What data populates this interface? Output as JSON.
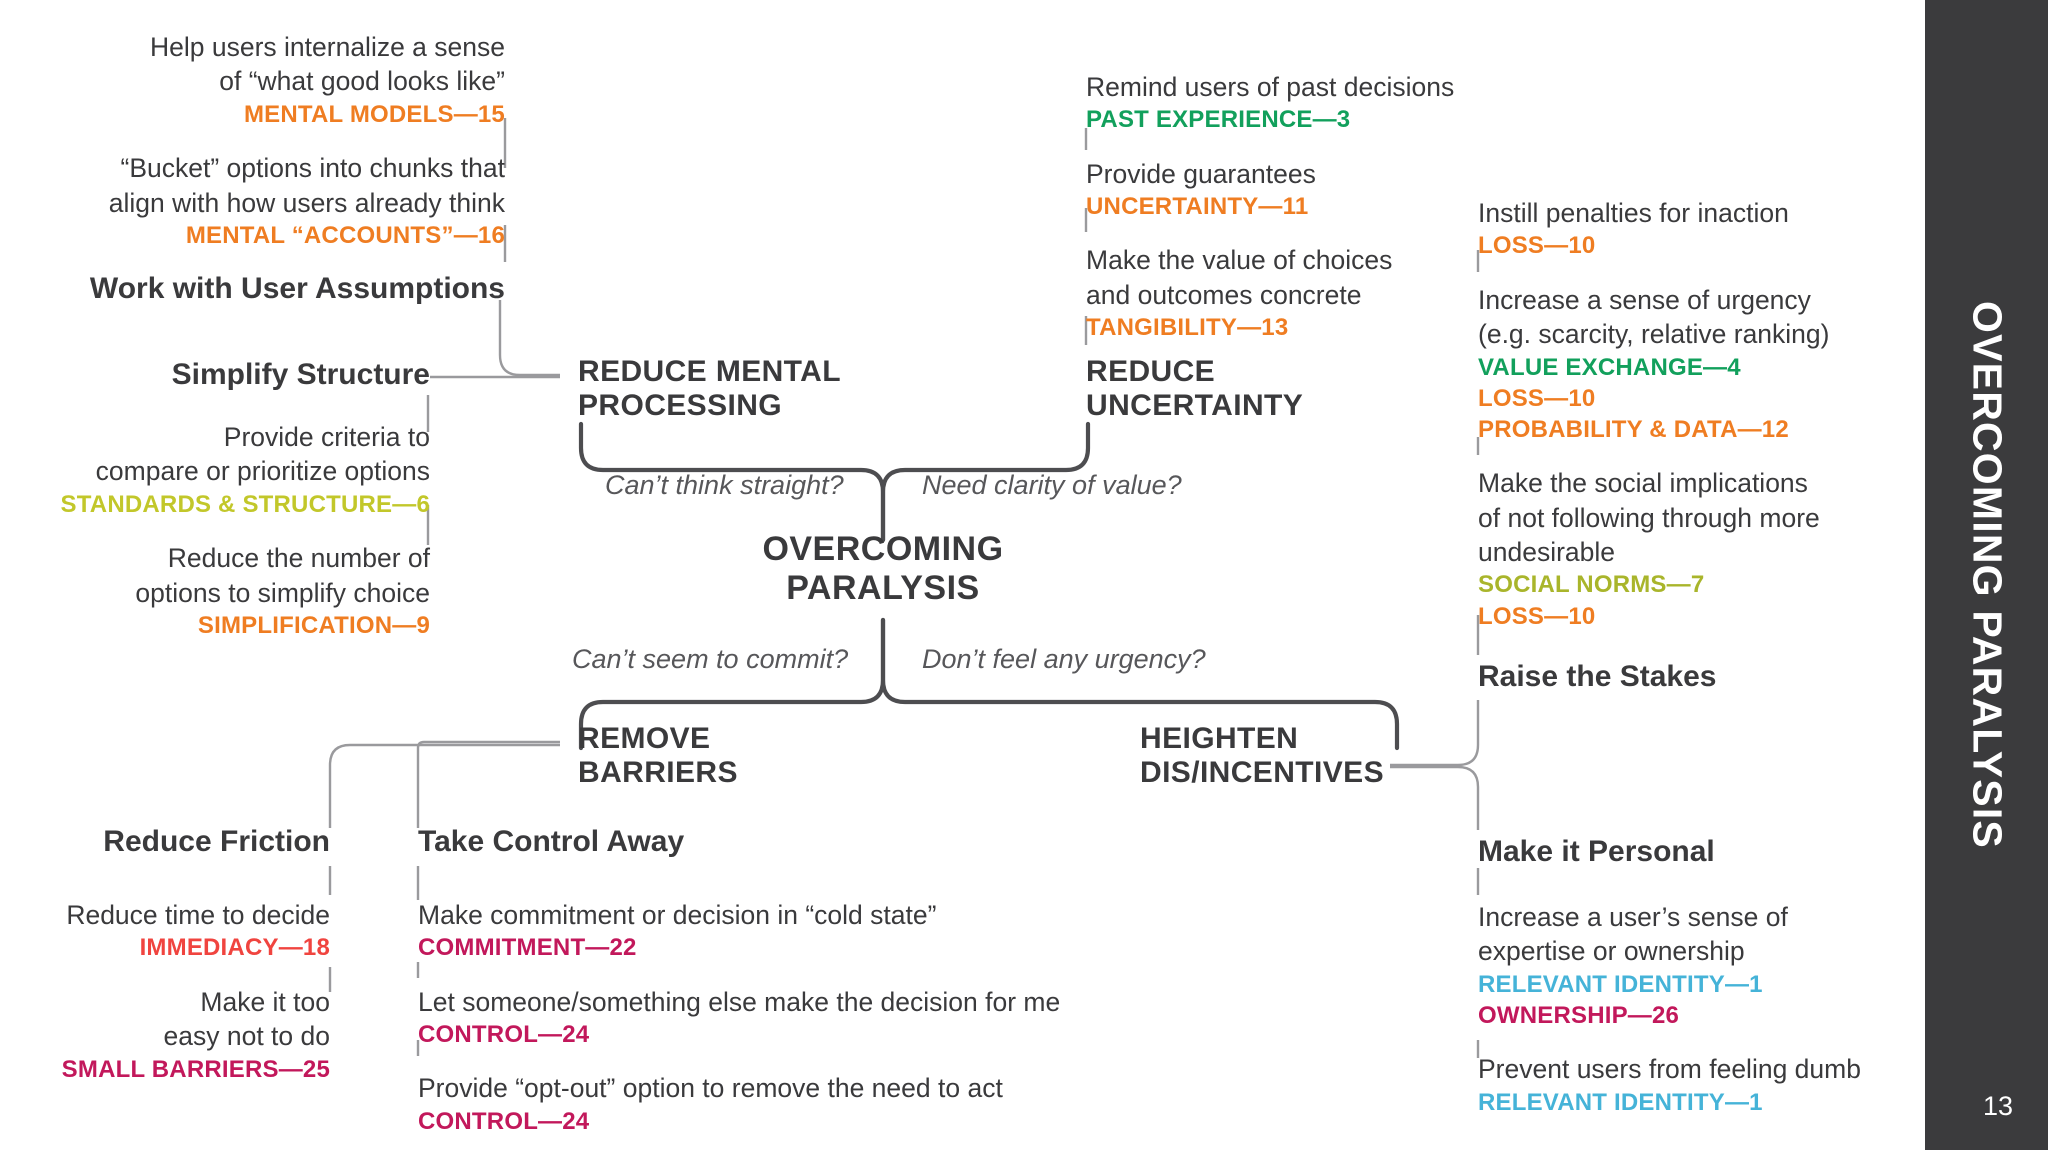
{
  "sidebar": {
    "title": "OVERCOMING PARALYSIS",
    "page_number": "13",
    "background_color": "#3b3b3d"
  },
  "center": {
    "title": "OVERCOMING\nPARALYSIS"
  },
  "colors": {
    "orange": "#ef7d22",
    "green": "#12a05c",
    "olive": "#c2c72a",
    "olive_dark": "#a9b52b",
    "red": "#f0443f",
    "magenta": "#c2185b",
    "blue": "#45b3d8",
    "text": "#3a3a3c",
    "muted": "#57575a",
    "wire": "#9a9a9d",
    "wire_dark": "#4d4d50"
  },
  "questions": {
    "top_left": "Can’t think straight?",
    "top_right": "Need clarity of value?",
    "bottom_left": "Can’t seem to commit?",
    "bottom_right": "Don’t feel any urgency?"
  },
  "branches": {
    "reduce_mental_processing": "REDUCE MENTAL\nPROCESSING",
    "reduce_uncertainty": "REDUCE\nUNCERTAINTY",
    "remove_barriers": "REMOVE\nBARRIERS",
    "heighten_disincentives": "HEIGHTEN\nDIS/INCENTIVES"
  },
  "groups": {
    "work_with_user_assumptions": {
      "heading": "Work with User Assumptions",
      "items": [
        {
          "desc": "Help users internalize a sense\nof “what good looks like”",
          "tags": [
            {
              "text": "MENTAL MODELS—15",
              "color": "#ef7d22"
            }
          ]
        },
        {
          "desc": "“Bucket” options into chunks that\nalign with how users already think",
          "tags": [
            {
              "text": "MENTAL “ACCOUNTS”—16",
              "color": "#ef7d22"
            }
          ]
        }
      ]
    },
    "simplify_structure": {
      "heading": "Simplify Structure",
      "items": [
        {
          "desc": "Provide criteria to\ncompare or prioritize options",
          "tags": [
            {
              "text": "STANDARDS & STRUCTURE—6",
              "color": "#c2c72a"
            }
          ]
        },
        {
          "desc": "Reduce the number of\noptions to simplify choice",
          "tags": [
            {
              "text": "SIMPLIFICATION—9",
              "color": "#ef7d22"
            }
          ]
        }
      ]
    },
    "reduce_uncertainty_items": {
      "heading": "",
      "items": [
        {
          "desc": "Remind users of past decisions",
          "tags": [
            {
              "text": "PAST EXPERIENCE—3",
              "color": "#12a05c"
            }
          ]
        },
        {
          "desc": "Provide guarantees",
          "tags": [
            {
              "text": "UNCERTAINTY—11",
              "color": "#ef7d22"
            }
          ]
        },
        {
          "desc": "Make the value of choices\nand outcomes concrete",
          "tags": [
            {
              "text": "TANGIBILITY—13",
              "color": "#ef7d22"
            }
          ]
        }
      ]
    },
    "raise_the_stakes": {
      "heading": "Raise the Stakes",
      "items": [
        {
          "desc": "Instill penalties for inaction",
          "tags": [
            {
              "text": "LOSS—10",
              "color": "#ef7d22"
            }
          ]
        },
        {
          "desc": "Increase a sense of urgency\n(e.g. scarcity, relative ranking)",
          "tags": [
            {
              "text": "VALUE EXCHANGE—4",
              "color": "#12a05c"
            },
            {
              "text": "LOSS—10",
              "color": "#ef7d22"
            },
            {
              "text": "PROBABILITY & DATA—12",
              "color": "#ef7d22"
            }
          ]
        },
        {
          "desc": "Make the social implications\nof not following through more\nundesirable",
          "tags": [
            {
              "text": "SOCIAL NORMS—7",
              "color": "#a9b52b"
            },
            {
              "text": "LOSS—10",
              "color": "#ef7d22"
            }
          ]
        }
      ]
    },
    "make_it_personal": {
      "heading": "Make it Personal",
      "items": [
        {
          "desc": "Increase a user’s sense of\nexpertise or ownership",
          "tags": [
            {
              "text": "RELEVANT IDENTITY—1",
              "color": "#45b3d8"
            },
            {
              "text": "OWNERSHIP—26",
              "color": "#c2185b"
            }
          ]
        },
        {
          "desc": "Prevent users from feeling dumb",
          "tags": [
            {
              "text": "RELEVANT IDENTITY—1",
              "color": "#45b3d8"
            }
          ]
        }
      ]
    },
    "reduce_friction": {
      "heading": "Reduce Friction",
      "items": [
        {
          "desc": "Reduce time to decide",
          "tags": [
            {
              "text": "IMMEDIACY—18",
              "color": "#f0443f"
            }
          ]
        },
        {
          "desc": "Make it too\neasy not to do",
          "tags": [
            {
              "text": "SMALL BARRIERS—25",
              "color": "#c2185b"
            }
          ]
        }
      ]
    },
    "take_control_away": {
      "heading": "Take Control Away",
      "items": [
        {
          "desc": "Make commitment or decision in “cold state”",
          "tags": [
            {
              "text": "COMMITMENT—22",
              "color": "#c2185b"
            }
          ]
        },
        {
          "desc": "Let someone/something else make the decision for me",
          "tags": [
            {
              "text": "CONTROL—24",
              "color": "#c2185b"
            }
          ]
        },
        {
          "desc": "Provide “opt-out” option to remove the need to act",
          "tags": [
            {
              "text": "CONTROL—24",
              "color": "#c2185b"
            }
          ]
        }
      ]
    }
  }
}
